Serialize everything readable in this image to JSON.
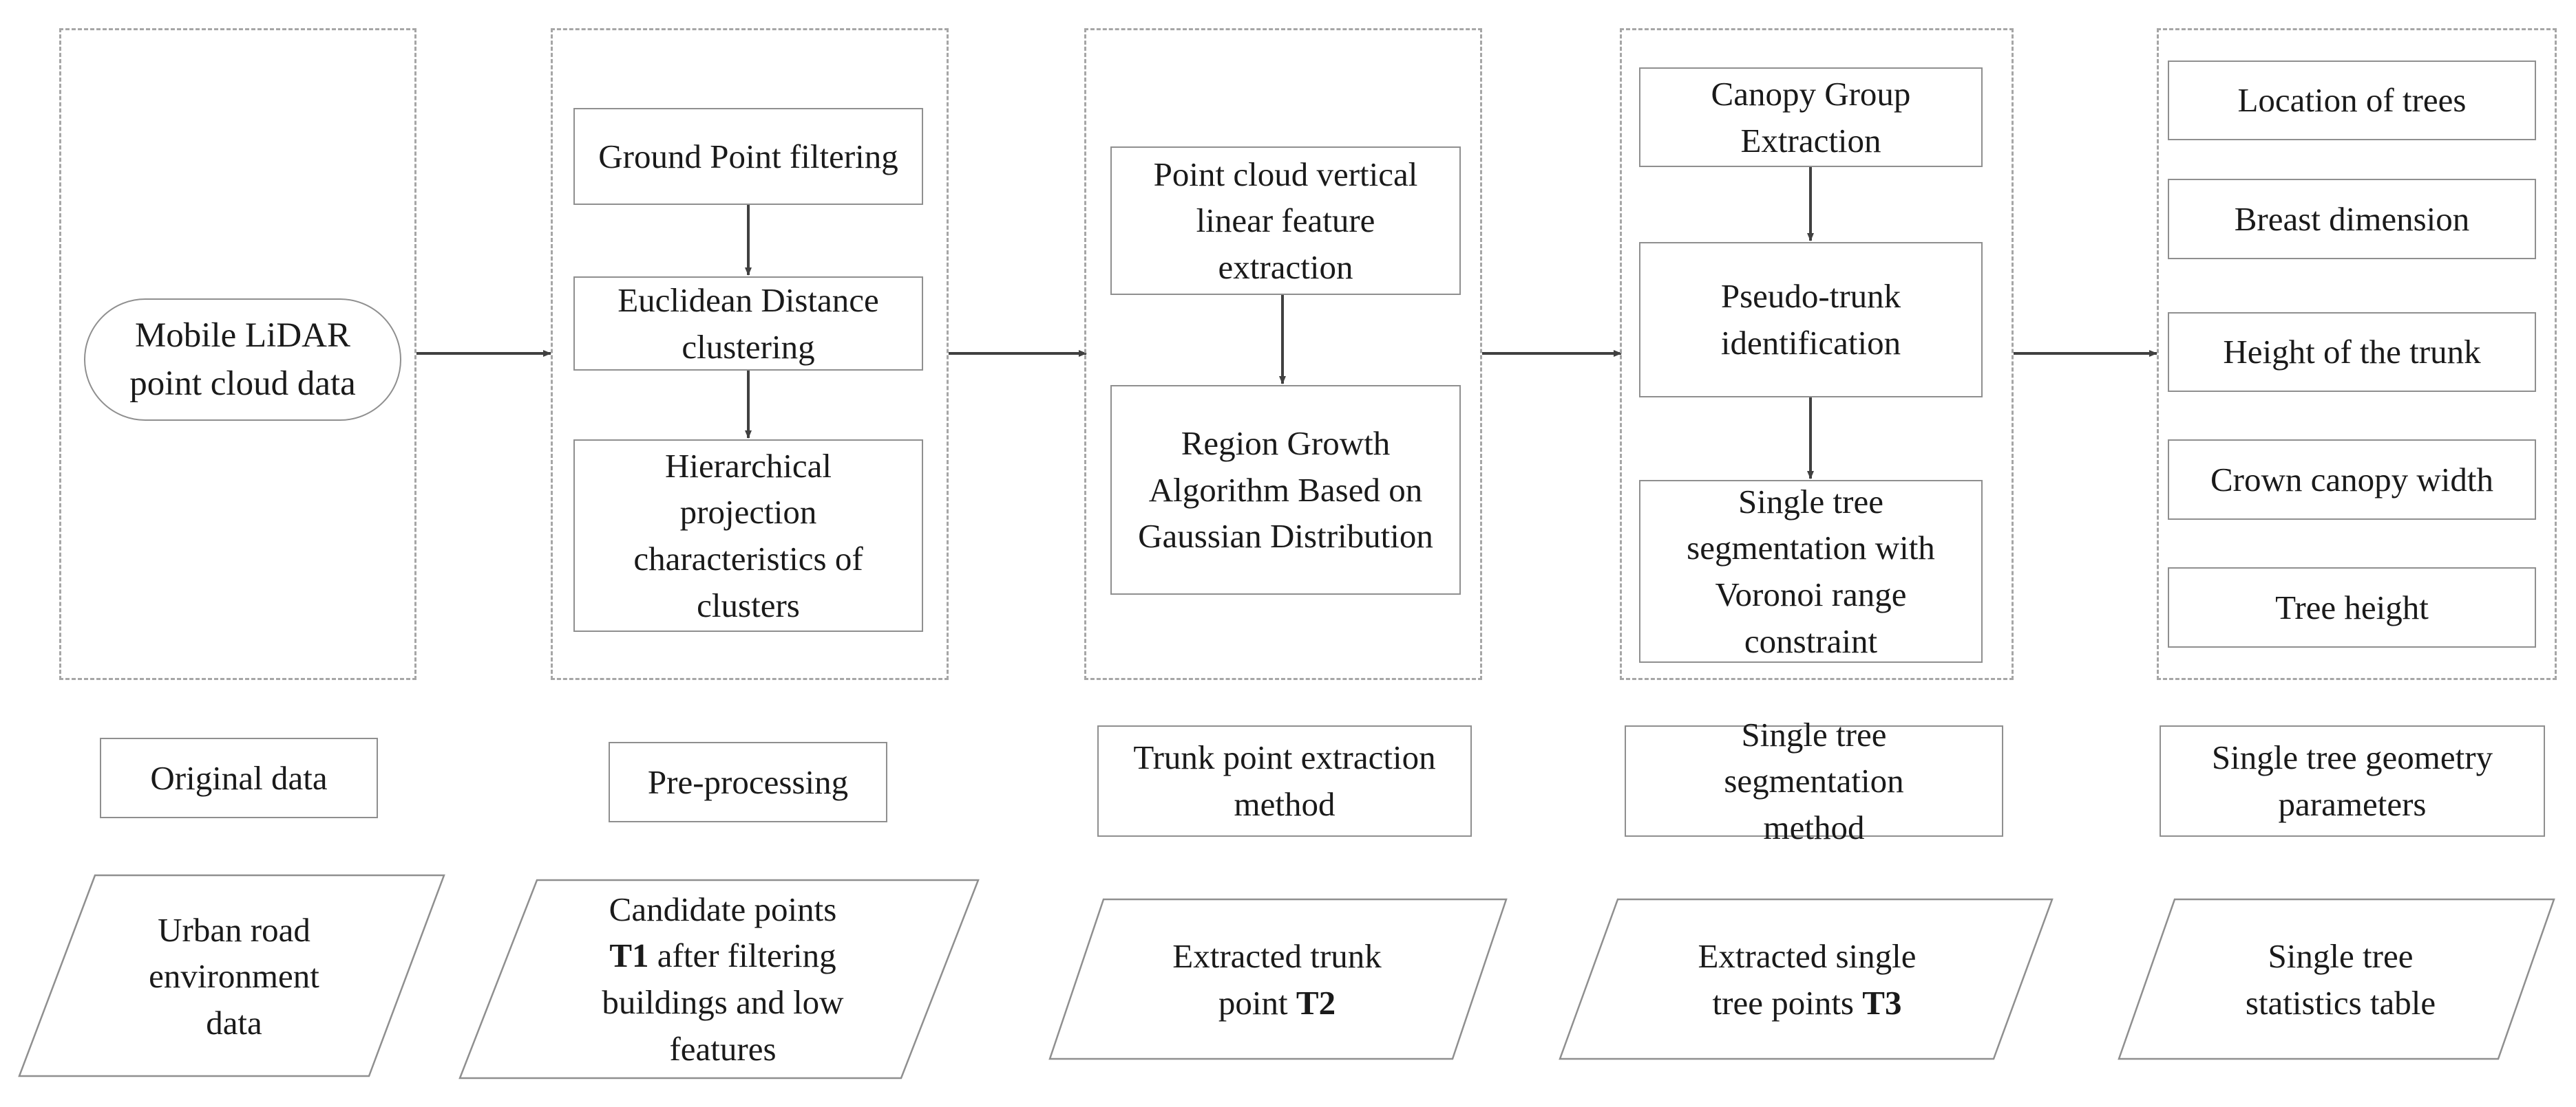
{
  "columns": {
    "original": {
      "input": "Mobile LiDAR point cloud data",
      "stage": "Original data",
      "output": "Urban road environment data"
    },
    "preprocessing": {
      "steps": [
        "Ground Point filtering",
        "Euclidean Distance clustering",
        "Hierarchical projection characteristics of clusters"
      ],
      "stage": "Pre-processing",
      "output_before": "Candidate points",
      "output_tag": "T1",
      "output_after": "after filtering buildings and low features"
    },
    "trunk": {
      "steps": [
        "Point cloud vertical linear feature extraction",
        "Region Growth Algorithm Based on Gaussian Distribution"
      ],
      "stage": "Trunk point extraction method",
      "output_before": "Extracted trunk point",
      "output_tag": "T2"
    },
    "segmentation": {
      "steps": [
        "Canopy Group Extraction",
        "Pseudo-trunk identification",
        "Single tree segmentation with Voronoi range constraint"
      ],
      "stage": "Single tree segmentation method",
      "output_before": "Extracted single tree points",
      "output_tag": "T3"
    },
    "parameters": {
      "items": [
        "Location of trees",
        "Breast dimension",
        "Height of the trunk",
        "Crown canopy width",
        "Tree height"
      ],
      "stage": "Single tree geometry parameters",
      "output": "Single tree statistics table"
    }
  },
  "colors": {
    "stroke": "#8f8f8f",
    "dashed_border": "#a6a6a6",
    "arrow": "#404040",
    "text": "#1a1a1a"
  }
}
